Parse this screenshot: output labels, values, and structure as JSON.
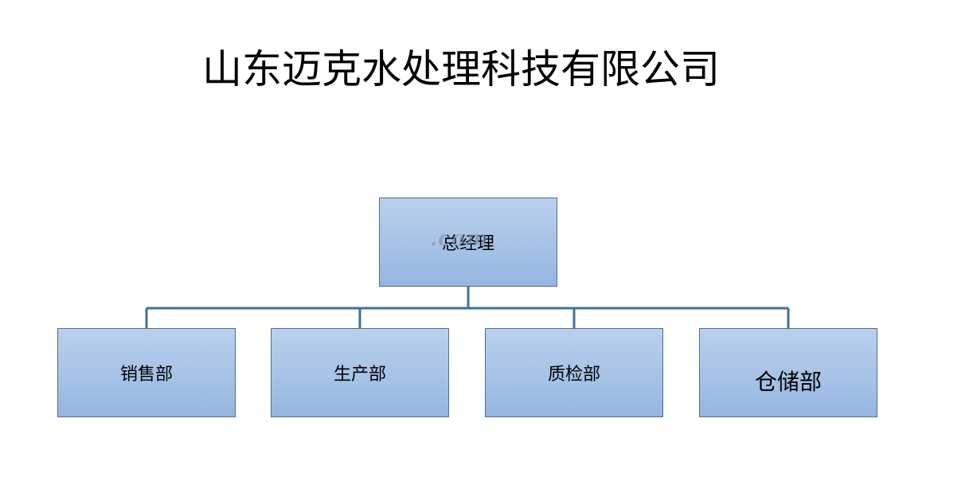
{
  "title": "山东迈克水处理科技有限公司",
  "org": {
    "top": {
      "label": "总经理"
    },
    "children": [
      {
        "label": "销售部"
      },
      {
        "label": "生产部"
      },
      {
        "label": "质检部"
      },
      {
        "label": "仓储部"
      }
    ]
  },
  "watermark": ".com",
  "colors": {
    "box_fill_top": "#b9d0ec",
    "box_fill_bottom": "#95b5e0",
    "box_border": "#4f6f8f",
    "connector": "#3f729b"
  }
}
